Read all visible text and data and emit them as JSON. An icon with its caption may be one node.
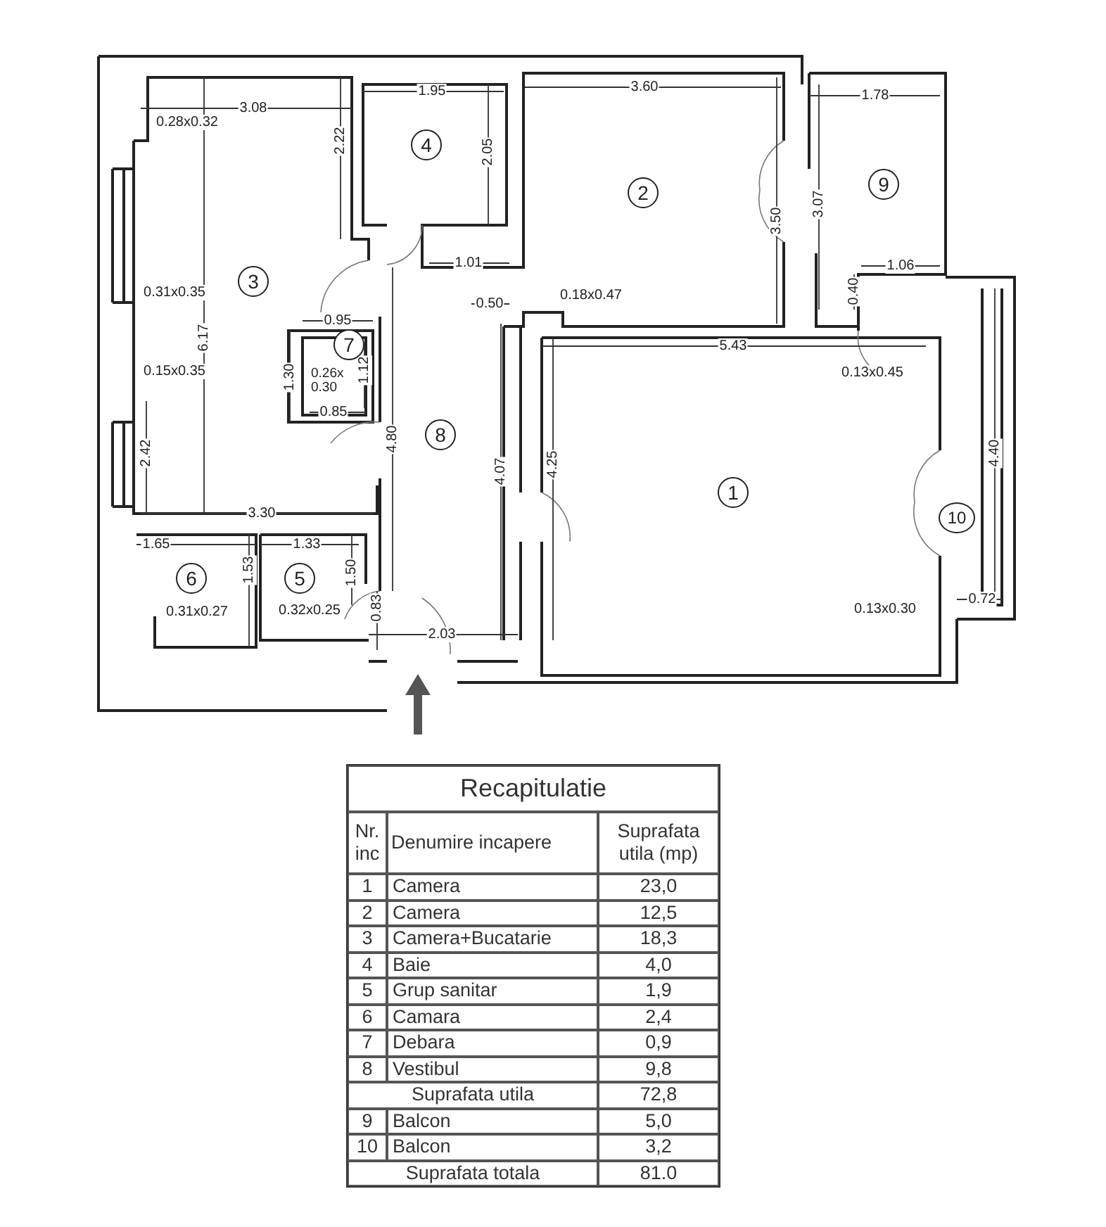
{
  "diagram": {
    "nodes": [
      {
        "text": [
          "1"
        ]
      },
      {
        "text": [
          "2"
        ]
      },
      {
        "text": [
          "3"
        ]
      },
      {
        "text": [
          "4"
        ]
      },
      {
        "text": [
          "5"
        ]
      },
      {
        "text": [
          "6"
        ]
      },
      {
        "text": [
          "7"
        ]
      },
      {
        "text": [
          "8"
        ]
      },
      {
        "text": [
          "9"
        ]
      },
      {
        "text": [
          "10"
        ]
      }
    ],
    "labels": [
      "0.28x0.32",
      "3.08",
      "2.22",
      "1.95",
      "2.05",
      "3.60",
      "1.78",
      "3.50",
      "3.07",
      "1.01",
      "0.31x0.35",
      "0.50",
      "0.18x0.47",
      "1.06",
      "0.40",
      "0.95",
      "6.17",
      "5.43",
      "0.15x0.35",
      "1.30",
      "0.26x 0.30",
      "1.12",
      "0.13x0.45",
      "0.85",
      "2.42",
      "4.80",
      "4.07",
      "4.25",
      "4.40",
      "3.30",
      "1.65",
      "1.33",
      "1.53",
      "1.50",
      "0.31x0.27",
      "0.32x0.25",
      "0.83",
      "0.13x0.30",
      "0.72",
      "2.03",
      "Recapitulatie",
      "Nr. inc",
      "Denumire incapere",
      "Suprafata utila (mp)",
      "1",
      "Camera",
      "23,0",
      "2",
      "Camera",
      "12,5",
      "3",
      "Camera+Bucatarie",
      "18,3",
      "4",
      "Baie",
      "4,0",
      "5",
      "Grup sanitar",
      "1,9",
      "6",
      "Camara",
      "2,4",
      "7",
      "Debara",
      "0,9",
      "8",
      "Vestibul",
      "9,8",
      "Suprafata utila",
      "72,8",
      "9",
      "Balcon",
      "5,0",
      "10",
      "Balcon",
      "3,2",
      "Suprafata totala",
      "81.0"
    ]
  }
}
